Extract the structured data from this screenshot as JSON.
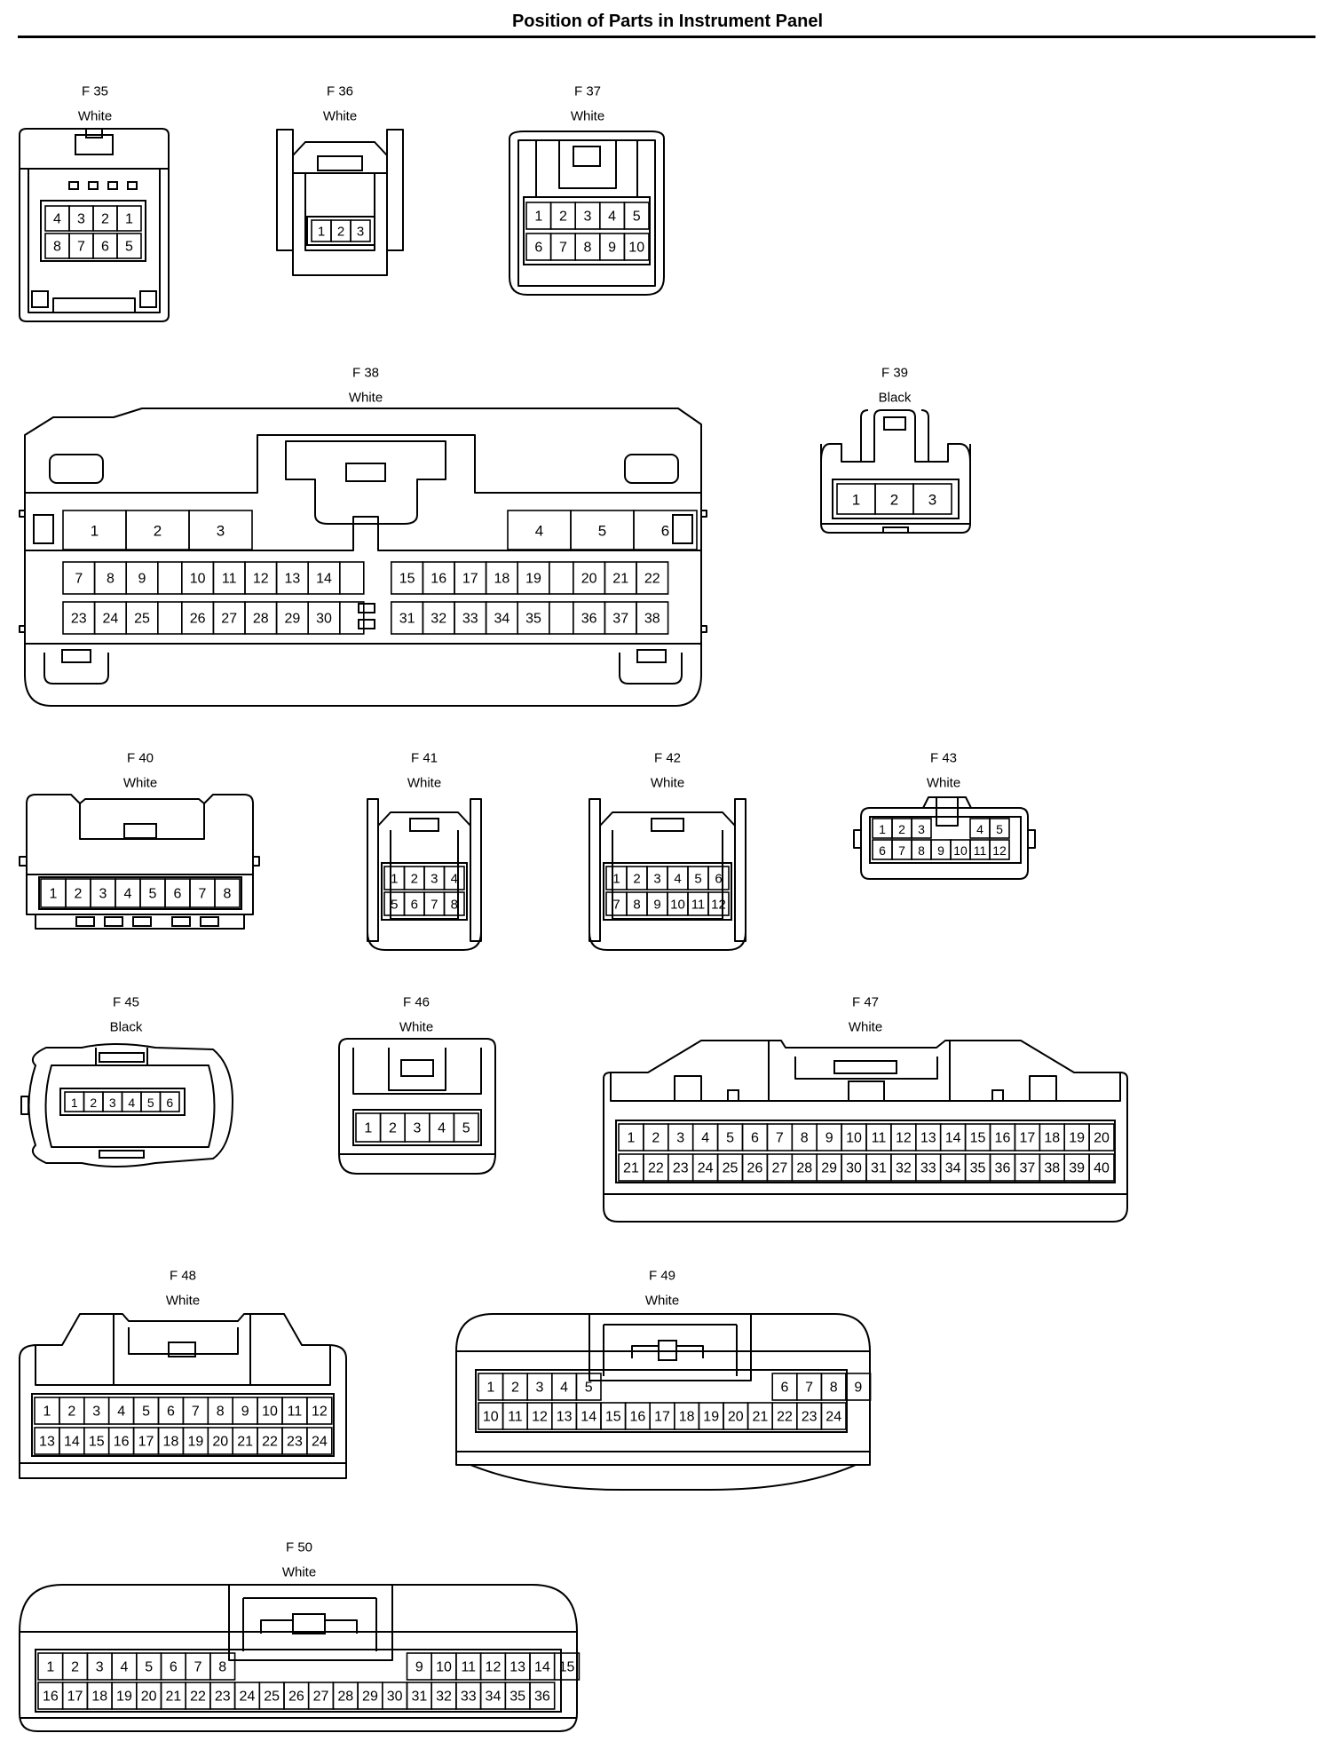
{
  "page_title": "Position of Parts in Instrument Panel",
  "connectors": [
    {
      "id": "F35",
      "code": "F 35",
      "color": "White",
      "rows": [
        [
          "4",
          "3",
          "2",
          "1"
        ],
        [
          "8",
          "7",
          "6",
          "5"
        ]
      ]
    },
    {
      "id": "F36",
      "code": "F 36",
      "color": "White",
      "rows": [
        [
          "1",
          "2",
          "3"
        ]
      ]
    },
    {
      "id": "F37",
      "code": "F 37",
      "color": "White",
      "rows": [
        [
          "1",
          "2",
          "3",
          "4",
          "5"
        ],
        [
          "6",
          "7",
          "8",
          "9",
          "10"
        ]
      ]
    },
    {
      "id": "F38",
      "code": "F 38",
      "color": "White",
      "rows": [
        [
          "1",
          "2",
          "3",
          "",
          "4",
          "5",
          "6"
        ],
        [
          "7",
          "8",
          "9",
          "",
          "10",
          "11",
          "12",
          "13",
          "14",
          "",
          "15",
          "16",
          "17",
          "18",
          "19",
          "",
          "20",
          "21",
          "22"
        ],
        [
          "23",
          "24",
          "25",
          "",
          "26",
          "27",
          "28",
          "29",
          "30",
          "",
          "31",
          "32",
          "33",
          "34",
          "35",
          "",
          "36",
          "37",
          "38"
        ]
      ]
    },
    {
      "id": "F39",
      "code": "F 39",
      "color": "Black",
      "rows": [
        [
          "1",
          "2",
          "3"
        ]
      ]
    },
    {
      "id": "F40",
      "code": "F 40",
      "color": "White",
      "rows": [
        [
          "1",
          "2",
          "3",
          "4",
          "5",
          "6",
          "7",
          "8"
        ]
      ]
    },
    {
      "id": "F41",
      "code": "F 41",
      "color": "White",
      "rows": [
        [
          "1",
          "2",
          "3",
          "4"
        ],
        [
          "5",
          "6",
          "7",
          "8"
        ]
      ]
    },
    {
      "id": "F42",
      "code": "F 42",
      "color": "White",
      "rows": [
        [
          "1",
          "2",
          "3",
          "4",
          "5",
          "6"
        ],
        [
          "7",
          "8",
          "9",
          "10",
          "11",
          "12"
        ]
      ]
    },
    {
      "id": "F43",
      "code": "F 43",
      "color": "White",
      "rows": [
        [
          "1",
          "2",
          "3",
          "",
          "",
          "4",
          "5"
        ],
        [
          "6",
          "7",
          "8",
          "9",
          "10",
          "11",
          "12"
        ]
      ]
    },
    {
      "id": "F45",
      "code": "F 45",
      "color": "Black",
      "rows": [
        [
          "1",
          "2",
          "3",
          "4",
          "5",
          "6"
        ]
      ]
    },
    {
      "id": "F46",
      "code": "F 46",
      "color": "White",
      "rows": [
        [
          "1",
          "2",
          "3",
          "4",
          "5"
        ]
      ]
    },
    {
      "id": "F47",
      "code": "F 47",
      "color": "White",
      "rows": [
        [
          "1",
          "2",
          "3",
          "4",
          "5",
          "6",
          "7",
          "8",
          "9",
          "10",
          "11",
          "12",
          "13",
          "14",
          "15",
          "16",
          "17",
          "18",
          "19",
          "20"
        ],
        [
          "21",
          "22",
          "23",
          "24",
          "25",
          "26",
          "27",
          "28",
          "29",
          "30",
          "31",
          "32",
          "33",
          "34",
          "35",
          "36",
          "37",
          "38",
          "39",
          "40"
        ]
      ]
    },
    {
      "id": "F48",
      "code": "F 48",
      "color": "White",
      "rows": [
        [
          "1",
          "2",
          "3",
          "4",
          "5",
          "6",
          "7",
          "8",
          "9",
          "10",
          "11",
          "12"
        ],
        [
          "13",
          "14",
          "15",
          "16",
          "17",
          "18",
          "19",
          "20",
          "21",
          "22",
          "23",
          "24"
        ]
      ]
    },
    {
      "id": "F49",
      "code": "F 49",
      "color": "White",
      "rows": [
        [
          "1",
          "2",
          "3",
          "4",
          "5",
          "",
          "",
          "",
          "",
          "",
          "",
          "",
          "6",
          "7",
          "8",
          "9"
        ],
        [
          "10",
          "11",
          "12",
          "13",
          "14",
          "15",
          "16",
          "17",
          "18",
          "19",
          "20",
          "21",
          "22",
          "23",
          "24"
        ]
      ]
    },
    {
      "id": "F50",
      "code": "F 50",
      "color": "White",
      "rows": [
        [
          "1",
          "2",
          "3",
          "4",
          "5",
          "6",
          "7",
          "8",
          "",
          "",
          "",
          "",
          "",
          "",
          "",
          "9",
          "10",
          "11",
          "12",
          "13",
          "14",
          "15"
        ],
        [
          "16",
          "17",
          "18",
          "19",
          "20",
          "21",
          "22",
          "23",
          "24",
          "25",
          "26",
          "27",
          "28",
          "29",
          "30",
          "31",
          "32",
          "33",
          "34",
          "35",
          "36"
        ]
      ]
    }
  ]
}
